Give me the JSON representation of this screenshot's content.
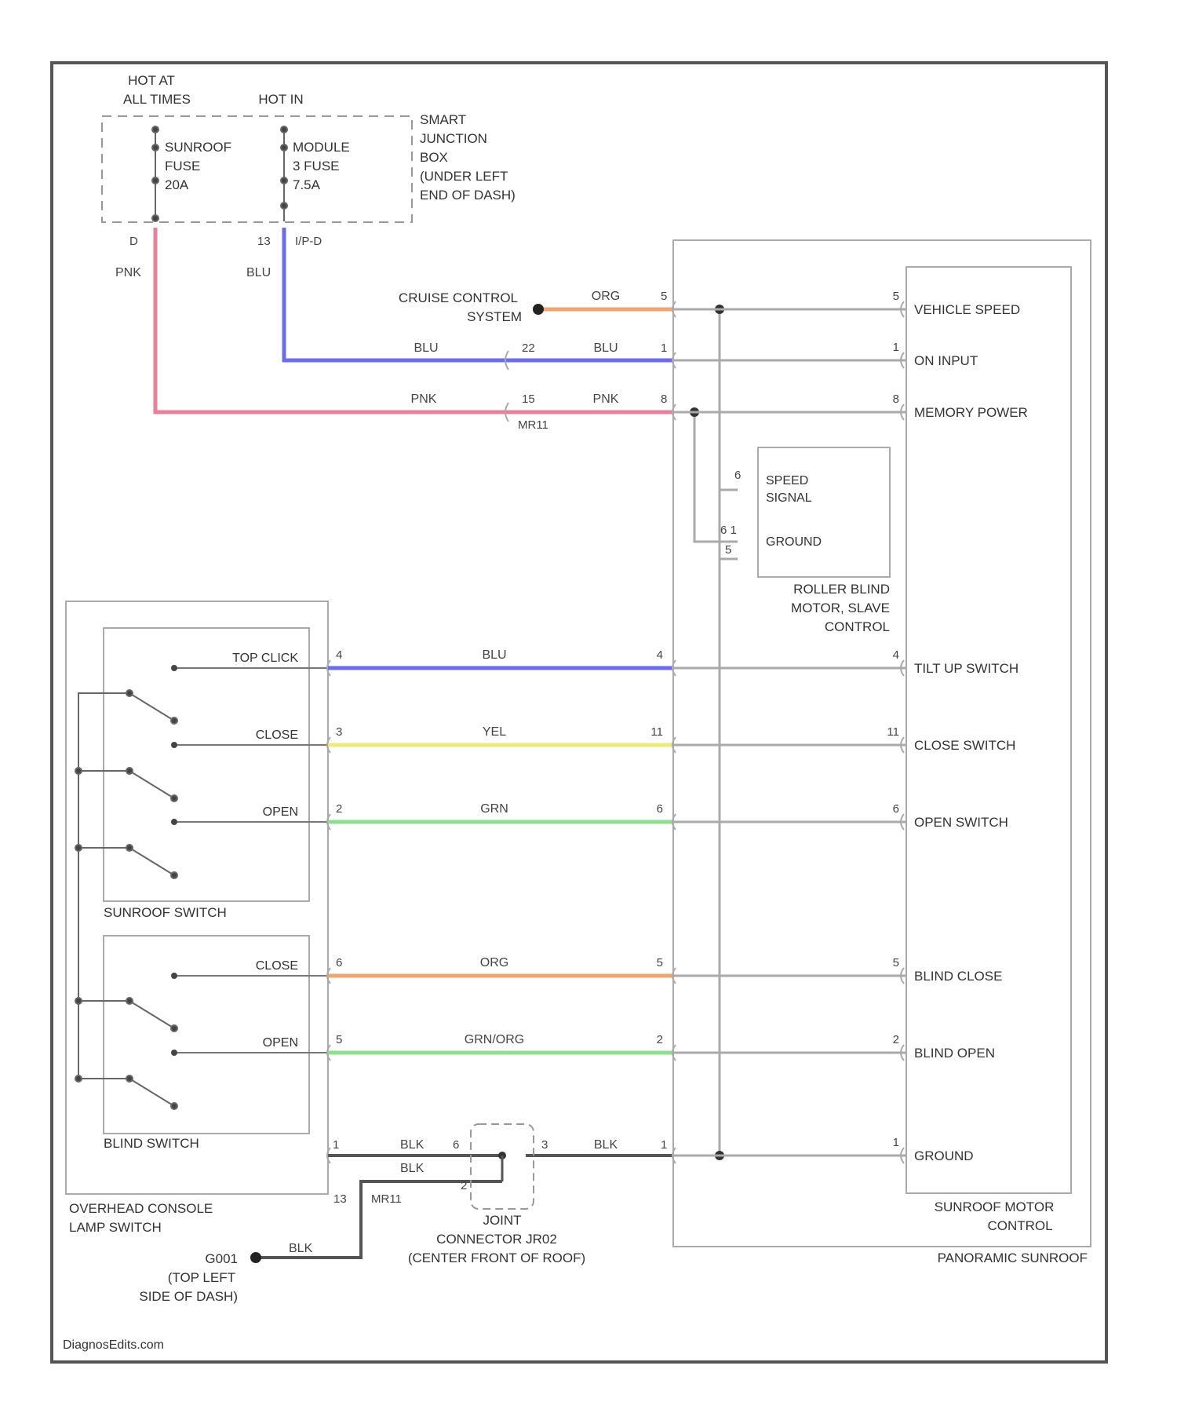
{
  "fuse_box": {
    "hot_at_line1": "HOT AT",
    "hot_at_line2": "ALL TIMES",
    "hot_in": "HOT IN",
    "fuse1_line1": "SUNROOF",
    "fuse1_line2": "FUSE",
    "fuse1_line3": "20A",
    "fuse2_line1": "MODULE",
    "fuse2_line2": "3 FUSE",
    "fuse2_line3": "7.5A",
    "name_line1": "SMART",
    "name_line2": "JUNCTION",
    "name_line3": "BOX",
    "name_line4": "(UNDER LEFT",
    "name_line5": "END OF DASH)",
    "pin_left": "D",
    "pin_right": "13",
    "conn_right": "I/P-D",
    "wire_left": "PNK",
    "wire_right": "BLU"
  },
  "cruise": {
    "line1": "CRUISE CONTROL",
    "line2": "SYSTEM",
    "wire": "ORG",
    "pin": "5"
  },
  "top_wires": [
    {
      "left_wire": "BLU",
      "splice_pin": "22",
      "right_wire": "BLU",
      "pin": "1"
    },
    {
      "left_wire": "PNK",
      "splice_pin": "15",
      "right_wire": "PNK",
      "pin": "8"
    }
  ],
  "splice_conn": "MR11",
  "motor": {
    "name_line1": "SUNROOF MOTOR",
    "name_line2": "CONTROL",
    "pins": [
      {
        "pin": "5",
        "label": "VEHICLE SPEED"
      },
      {
        "pin": "1",
        "label": "ON INPUT"
      },
      {
        "pin": "8",
        "label": "MEMORY POWER"
      },
      {
        "pin": "4",
        "label": "TILT UP SWITCH"
      },
      {
        "pin": "11",
        "label": "CLOSE SWITCH"
      },
      {
        "pin": "6",
        "label": "OPEN SWITCH"
      },
      {
        "pin": "5",
        "label": "BLIND CLOSE"
      },
      {
        "pin": "2",
        "label": "BLIND OPEN"
      },
      {
        "pin": "1",
        "label": "GROUND"
      }
    ]
  },
  "roller": {
    "speed_line1": "SPEED",
    "speed_line2": "SIGNAL",
    "ground": "GROUND",
    "pin_speed": "6",
    "pin_ground": "6 1",
    "pin_ground2": "5",
    "name_line1": "ROLLER BLIND",
    "name_line2": "MOTOR, SLAVE",
    "name_line3": "CONTROL"
  },
  "panoramic": "PANORAMIC SUNROOF",
  "sunroof_switch": {
    "name": "SUNROOF SWITCH",
    "rows": [
      {
        "label": "TOP CLICK",
        "pin": "4",
        "wire": "BLU",
        "motor_pin": "4"
      },
      {
        "label": "CLOSE",
        "pin": "3",
        "wire": "YEL",
        "motor_pin": "11"
      },
      {
        "label": "OPEN",
        "pin": "2",
        "wire": "GRN",
        "motor_pin": "6"
      }
    ]
  },
  "blind_switch": {
    "name": "BLIND SWITCH",
    "rows": [
      {
        "label": "CLOSE",
        "pin": "6",
        "wire": "ORG",
        "motor_pin": "5"
      },
      {
        "label": "OPEN",
        "pin": "5",
        "wire": "GRN/ORG",
        "motor_pin": "2"
      }
    ]
  },
  "overhead": {
    "line1": "OVERHEAD CONSOLE",
    "line2": "LAMP SWITCH"
  },
  "ground_row": {
    "switch_pin": "1",
    "wire1": "BLK",
    "joint_pin1": "6",
    "joint_pin2": "2",
    "joint_pin3": "3",
    "wire2": "BLK",
    "motor_pin": "1",
    "lower_wire": "BLK",
    "mr11_pin": "13",
    "mr11": "MR11"
  },
  "joint": {
    "line1": "JOINT",
    "line2": "CONNECTOR JR02",
    "line3": "(CENTER FRONT OF ROOF)"
  },
  "ground_point": {
    "wire": "BLK",
    "id": "G001",
    "line1": "(TOP LEFT",
    "line2": "SIDE OF DASH)"
  },
  "footer": "DiagnosEdits.com",
  "colors": {
    "pnk": "#ec7e9a",
    "blu": "#6a6af2",
    "org": "#f2a46a",
    "yel": "#ecec74",
    "grn": "#8ee08e",
    "gray": "#aaaaaa",
    "blk": "#555555"
  }
}
